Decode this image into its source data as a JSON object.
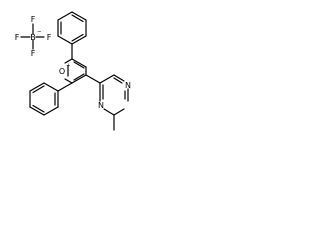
{
  "molecule": {
    "anion": {
      "boron": "B",
      "boron_charge": "−",
      "fluorines": [
        "F",
        "F",
        "F",
        "F"
      ]
    },
    "cation": {
      "ring_oxygen": "O",
      "ring_oxygen_charge": "+",
      "pyrimidine_nitrogens": [
        "N",
        "N"
      ]
    }
  }
}
